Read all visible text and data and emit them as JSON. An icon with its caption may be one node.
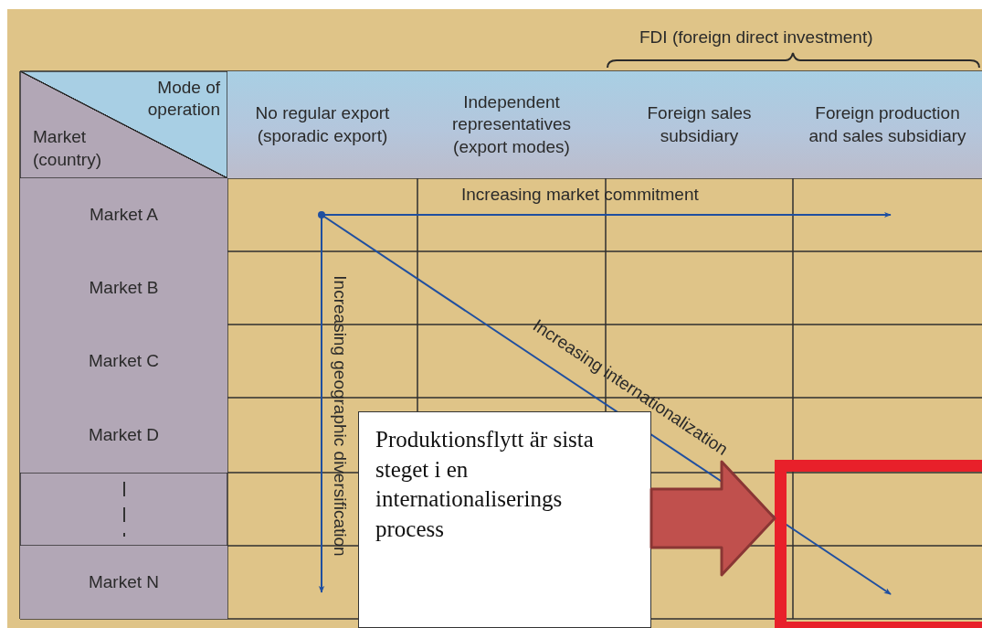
{
  "diagram": {
    "nodes": [
      {
        "text": [
          "Produktionsflytt är sista steget i en internationaliserings process"
        ]
      },
      {
        "text": [],
        "shape": "box"
      }
    ],
    "edges": [
      {
        "from": 0,
        "to": 1,
        "arrow": "to",
        "style": "thick",
        "color": "#c0504d"
      }
    ],
    "labels": [
      "FDI (foreign direct investment)",
      "Mode of operation",
      "Market (country)",
      "No regular export (sporadic export)",
      "Independent representatives (export modes)",
      "Foreign sales subsidiary",
      "Foreign production and sales subsidiary",
      "Market A",
      "Market B",
      "Market C",
      "Market D",
      "Market N",
      "Increasing market commitment",
      "Increasing geographic diversification",
      "Increasing internationalization"
    ]
  }
}
